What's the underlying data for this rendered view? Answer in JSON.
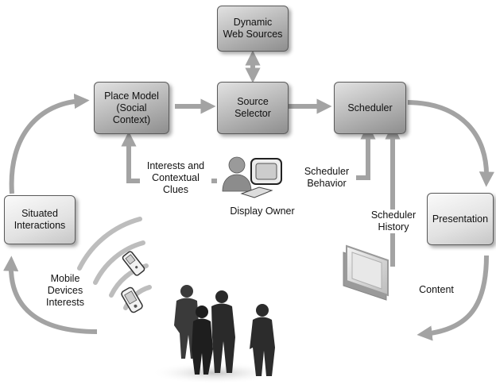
{
  "boxes": {
    "dynamic_web_sources": "Dynamic\nWeb Sources",
    "place_model": "Place Model\n(Social\nContext)",
    "source_selector": "Source\nSelector",
    "scheduler": "Scheduler",
    "situated_interactions": "Situated\nInteractions",
    "presentation": "Presentation"
  },
  "labels": {
    "interests_clues": "Interests and\nContextual\nClues",
    "scheduler_behavior": "Scheduler\nBehavior",
    "display_owner": "Display Owner",
    "scheduler_history": "Scheduler\nHistory",
    "content": "Content",
    "mobile_devices": "Mobile\nDevices\nInterests"
  },
  "colors": {
    "arrow": "#a3a3a3",
    "box_border": "#5a5a5a",
    "people": "#2a2a2a"
  }
}
